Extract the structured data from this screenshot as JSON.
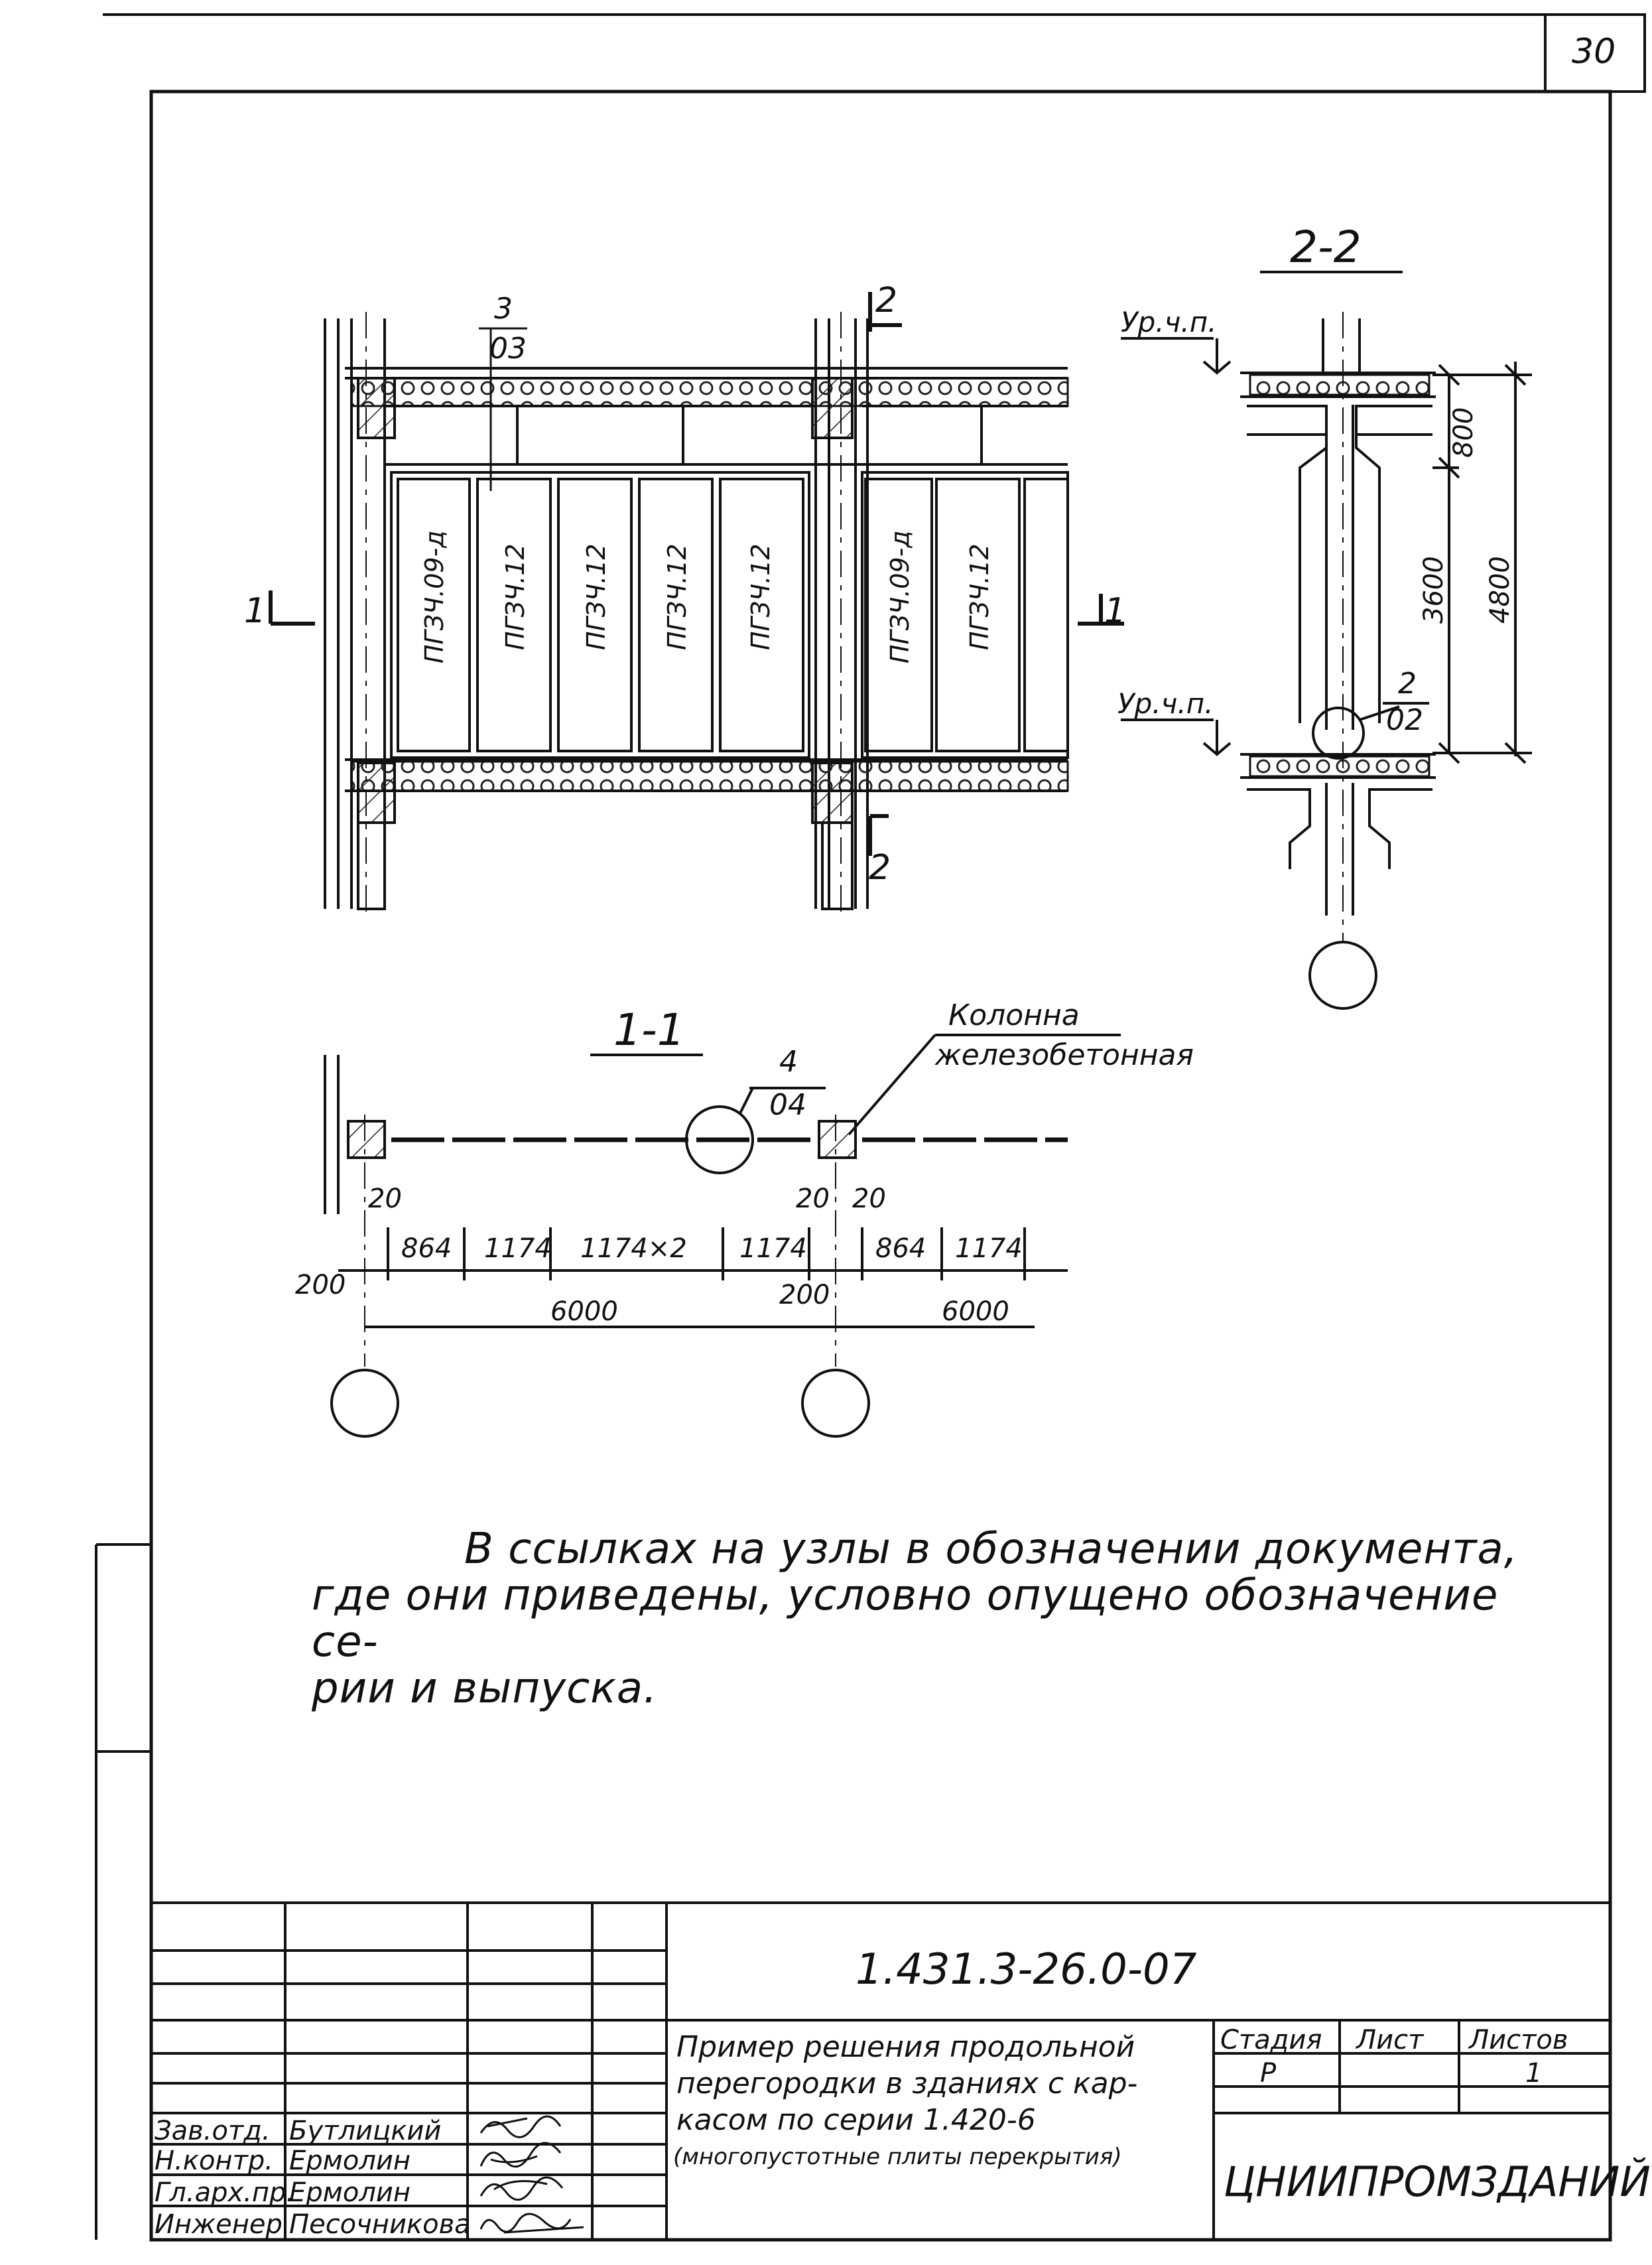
{
  "page_number": "30",
  "section_2_2": {
    "title": "2-2",
    "level_label_top": "Ур.ч.п.",
    "level_label_bottom": "Ур.ч.п.",
    "dim_800": "800",
    "dim_3600": "3600",
    "dim_4800": "4800",
    "node_ref_num": "2",
    "node_ref_sheet": "02"
  },
  "elevation": {
    "ref_num": "3",
    "ref_sheet": "03",
    "cut_mark_1": "1",
    "cut_mark_2": "2",
    "panels": [
      "ПГЗЧ.09-д",
      "ПГЗЧ.12",
      "ПГЗЧ.12",
      "ПГЗЧ.12",
      "ПГЗЧ.12",
      "ПГЗЧ.09-д",
      "ПГЗЧ.12"
    ]
  },
  "section_1_1": {
    "title": "1-1",
    "column_label_line1": "Колонна",
    "column_label_line2": "железобетонная",
    "node_ref_num": "4",
    "node_ref_sheet": "04",
    "dims_small": [
      "20",
      "20",
      "20"
    ],
    "dims_row": [
      "864",
      "1174",
      "1174×2",
      "1174",
      "864",
      "1174"
    ],
    "dim_200_left": "200",
    "dim_200_mid": "200",
    "span_1": "6000",
    "span_2": "6000"
  },
  "note": {
    "line1": "В ссылках на узлы в обозначении документа,",
    "line2": "где они приведены, условно опущено обозначение се-",
    "line3": "рии и выпуска."
  },
  "title_block": {
    "doc_code": "1.431.3-26.0-07",
    "roles": [
      "Зав.отд.",
      "Н.контр.",
      "Гл.арх.пр.",
      "Инженер"
    ],
    "names": [
      "Бутлицкий",
      "Ермолин",
      "Ермолин",
      "Песочникова"
    ],
    "description": [
      "Пример решения продольной",
      "перегородки в зданиях с кар-",
      "касом по серии 1.420-6",
      "(многопустотные плиты перекрытия)"
    ],
    "stage_header": "Стадия",
    "sheet_header": "Лист",
    "sheets_header": "Листов",
    "stage_value": "Р",
    "sheets_value": "1",
    "organization": "ЦНИИПРОМЗДАНИЙ"
  }
}
